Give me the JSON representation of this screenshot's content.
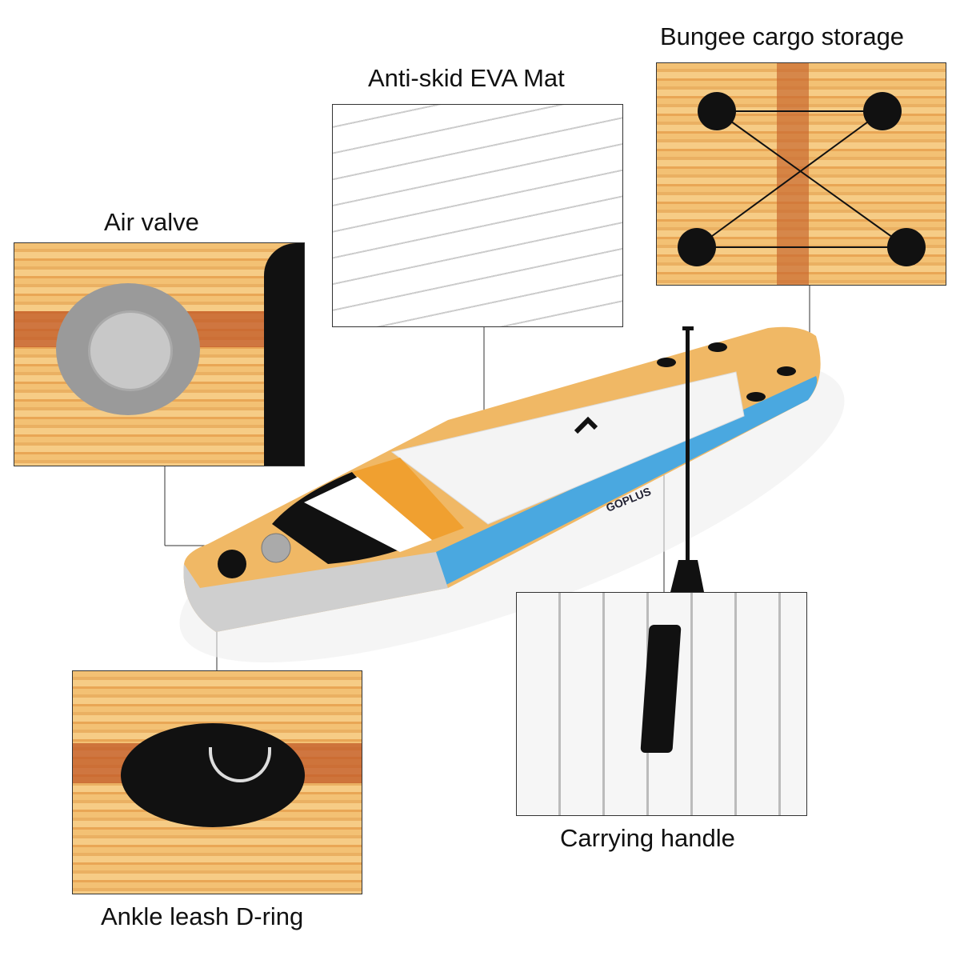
{
  "callouts": {
    "bungee": "Bungee cargo storage",
    "mat": "Anti-skid EVA Mat",
    "valve": "Air valve",
    "dring": "Ankle leash D-ring",
    "handle": "Carrying handle"
  },
  "board": {
    "brand": "GOPLUS"
  },
  "colors": {
    "wood": "#f0b865",
    "blue": "#4aa8e0",
    "grey": "#c8c8c8",
    "orange": "#f0a030"
  }
}
